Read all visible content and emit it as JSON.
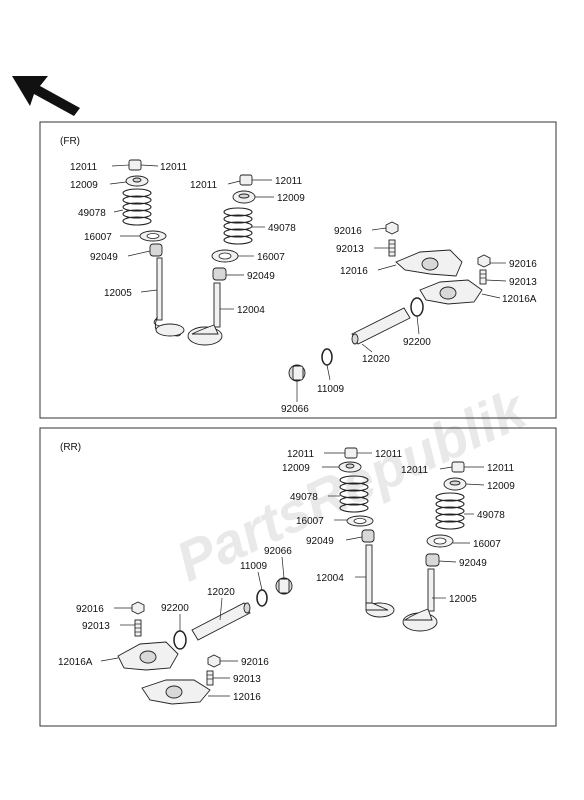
{
  "watermark": "PartsRepublik",
  "panels": {
    "front": {
      "label": "(FR)"
    },
    "rear": {
      "label": "(RR)"
    }
  },
  "front_labels": {
    "a_12011": "12011",
    "b_12011": "12011",
    "c_12009": "12009",
    "d_49078": "49078",
    "e_16007": "16007",
    "f_92049": "92049",
    "g_12005": "12005",
    "h_12011": "12011",
    "i_12011": "12011",
    "j_12009": "12009",
    "k_49078": "49078",
    "l_16007": "16007",
    "m_92049": "92049",
    "n_12004": "12004",
    "o_92016": "92016",
    "p_92013": "92013",
    "q_12016": "12016",
    "r_92016": "92016",
    "s_92013": "92013",
    "t_12016A": "12016A",
    "u_92200": "92200",
    "v_12020": "12020",
    "w_11009": "11009",
    "x_92066": "92066"
  },
  "rear_labels": {
    "a_12011": "12011",
    "b_12011": "12011",
    "c_12009": "12009",
    "d_49078": "49078",
    "e_16007": "16007",
    "f_92049": "92049",
    "g_12004": "12004",
    "h_12011": "12011",
    "i_12011": "12011",
    "j_12009": "12009",
    "k_49078": "49078",
    "l_16007": "16007",
    "m_92049": "92049",
    "n_12005": "12005",
    "o_92066": "92066",
    "p_11009": "11009",
    "q_12020": "12020",
    "r_92200": "92200",
    "s_92016": "92016",
    "t_92013": "92013",
    "u_12016A": "12016A",
    "v_92016": "92016",
    "w_92013": "92013",
    "x_12016": "12016"
  }
}
